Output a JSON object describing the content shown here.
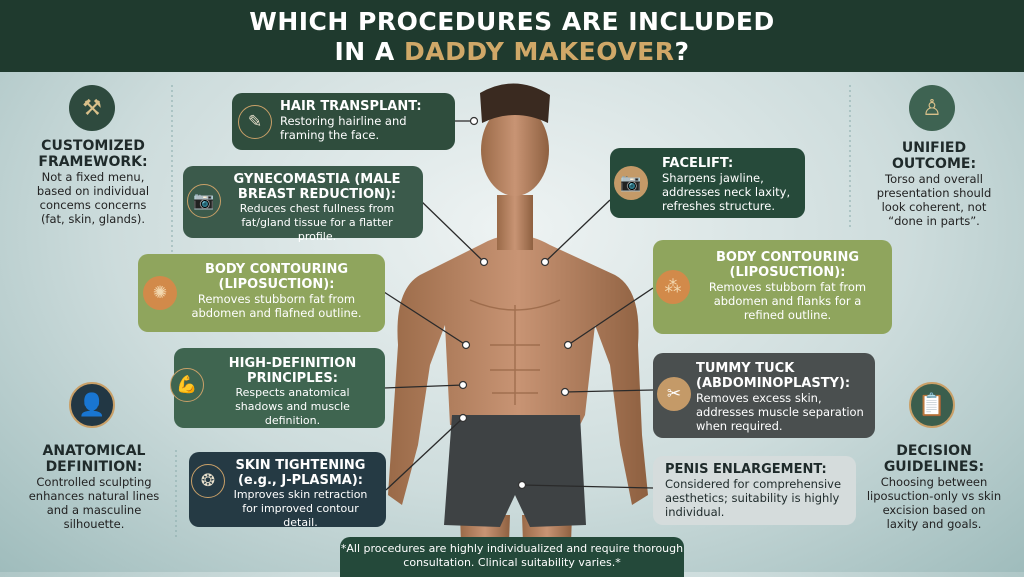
{
  "header": {
    "title_line1": "WHICH PROCEDURES ARE INCLUDED",
    "title_prefix": "IN A ",
    "title_highlight": "DADDY MAKEOVER",
    "title_suffix": "?"
  },
  "colors": {
    "header": "#1f3a2e",
    "gold": "#d0a868",
    "dark_green": "#2f4d3d",
    "light_green": "#8fa55d",
    "navy": "#253a44",
    "gray": "#4a4f4f"
  },
  "left": [
    {
      "icon": "tools-icon",
      "title": "CUSTOMIZED FRAMEWORK:",
      "text": "Not a fixed menu, based on individual concems concerns (fat, skin, glands)."
    },
    {
      "icon": "torso-icon",
      "title": "ANATOMICAL DEFINITION:",
      "text": "Controlled sculpting enhances natural lines and a masculine silhouette."
    }
  ],
  "right": [
    {
      "icon": "abdomen-icon",
      "title": "UNIFIED OUTCOME:",
      "text": "Torso and overall presentation should look coherent, not “done in parts”."
    },
    {
      "icon": "clipboard-check-icon",
      "title": "DECISION GUIDELINES:",
      "text": "Choosing between liposuction-only vs skin excision based on laxity and goals."
    }
  ],
  "procedures": {
    "hair": {
      "icon": "scalpel-icon",
      "title": "HAIR TRANSPLANT:",
      "text": "Restoring hairline and framing the face."
    },
    "gyneco": {
      "icon": "camera-icon",
      "title": "GYNECOMASTIA (MALE BREAST REDUCTION):",
      "text": "Reduces chest fullness from fat/gland tissue for a flatter profile."
    },
    "body_left": {
      "icon": "body-contour-icon",
      "title": "BODY CONTOURING (LIPOSUCTION):",
      "text": "Removes stubborn fat from abdomen and flafned outline."
    },
    "hidef": {
      "icon": "flexed-arm-icon",
      "title": "HIGH-DEFINITION PRINCIPLES:",
      "text": "Respects anatomical shadows and muscle definition."
    },
    "skin": {
      "icon": "plasma-ring-icon",
      "title": "SKIN TIGHTENING (e.g., J-PLASMA):",
      "text": "Improves skin retraction for improved contour detail."
    },
    "facelift": {
      "icon": "camera-icon",
      "title": "FACELIFT:",
      "text": "Sharpens jawline, addresses neck laxity, refreshes structure."
    },
    "body_right": {
      "icon": "fat-cells-icon",
      "title": "BODY CONTOURING (LIPOSUCTION):",
      "text": "Removes stubborn fat from abdomen and flanks for a refined outline."
    },
    "tummy": {
      "icon": "incision-icon",
      "title": "TUMMY TUCK (ABDOMINOPLASTY):",
      "text": "Removes excess skin, addresses muscle separation when required."
    },
    "penis": {
      "title": "PENIS ENLARGEMENT:",
      "text": "Considered for comprehensive aesthetics; suitability is highly individual."
    }
  },
  "footer_note": "*All procedures are highly individualized and require thorough consultation. Clinical suitability varies.*"
}
